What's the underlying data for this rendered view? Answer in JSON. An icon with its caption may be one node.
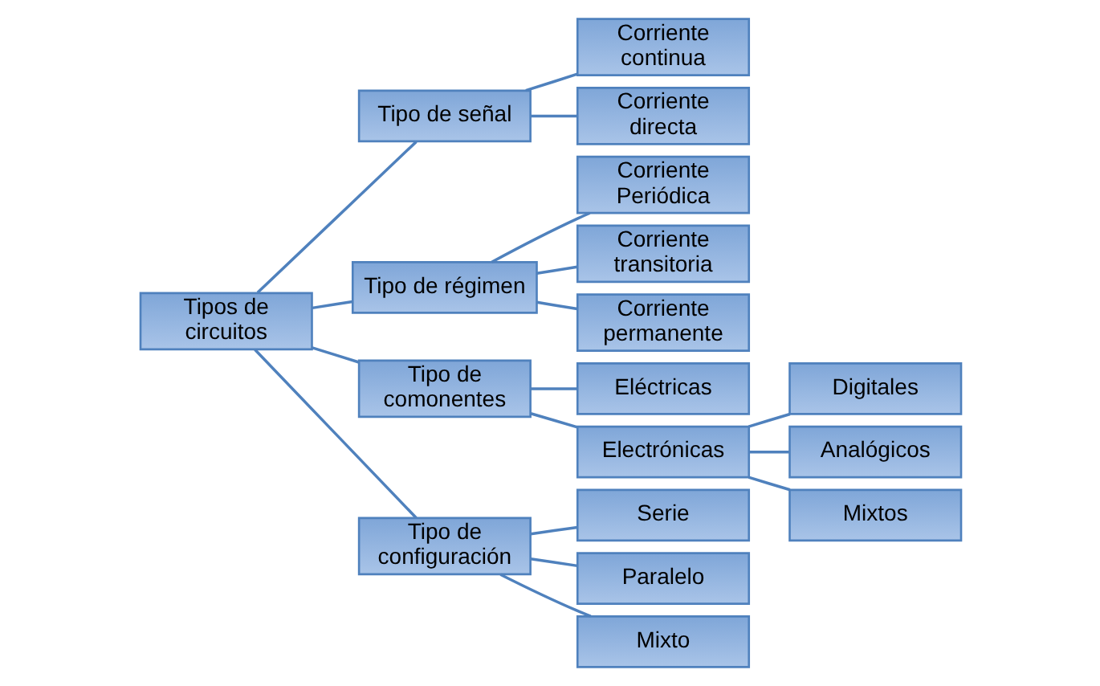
{
  "diagram": {
    "nodes": [
      {
        "text": [
          "Tipos de circuitos"
        ]
      },
      {
        "text": [
          "Tipo de señal"
        ]
      },
      {
        "text": [
          "Corriente continua"
        ]
      },
      {
        "text": [
          "Corriente directa"
        ]
      },
      {
        "text": [
          "Tipo de régimen"
        ]
      },
      {
        "text": [
          "Corriente Periódica"
        ]
      },
      {
        "text": [
          "Corriente transitoria"
        ]
      },
      {
        "text": [
          "Corriente permanente"
        ]
      },
      {
        "text": [
          "Tipo de comonentes"
        ]
      },
      {
        "text": [
          "Eléctricas"
        ]
      },
      {
        "text": [
          "Electrónicas"
        ]
      },
      {
        "text": [
          "Digitales"
        ]
      },
      {
        "text": [
          "Analógicos"
        ]
      },
      {
        "text": [
          "Mixtos"
        ]
      },
      {
        "text": [
          "Tipo de configuración"
        ]
      },
      {
        "text": [
          "Serie"
        ]
      },
      {
        "text": [
          "Paralelo"
        ]
      },
      {
        "text": [
          "Mixto"
        ]
      }
    ],
    "edges": [
      {
        "from": 0,
        "to": 1,
        "arrow": "none"
      },
      {
        "from": 0,
        "to": 4,
        "arrow": "none"
      },
      {
        "from": 0,
        "to": 8,
        "arrow": "none"
      },
      {
        "from": 0,
        "to": 14,
        "arrow": "none"
      },
      {
        "from": 1,
        "to": 2,
        "arrow": "none"
      },
      {
        "from": 1,
        "to": 3,
        "arrow": "none"
      },
      {
        "from": 4,
        "to": 5,
        "arrow": "none"
      },
      {
        "from": 4,
        "to": 6,
        "arrow": "none"
      },
      {
        "from": 4,
        "to": 7,
        "arrow": "none"
      },
      {
        "from": 8,
        "to": 9,
        "arrow": "none"
      },
      {
        "from": 8,
        "to": 10,
        "arrow": "none"
      },
      {
        "from": 10,
        "to": 11,
        "arrow": "none"
      },
      {
        "from": 10,
        "to": 12,
        "arrow": "none"
      },
      {
        "from": 10,
        "to": 13,
        "arrow": "none"
      },
      {
        "from": 14,
        "to": 15,
        "arrow": "none"
      },
      {
        "from": 14,
        "to": 16,
        "arrow": "none"
      },
      {
        "from": 14,
        "to": 17,
        "arrow": "none"
      }
    ]
  }
}
